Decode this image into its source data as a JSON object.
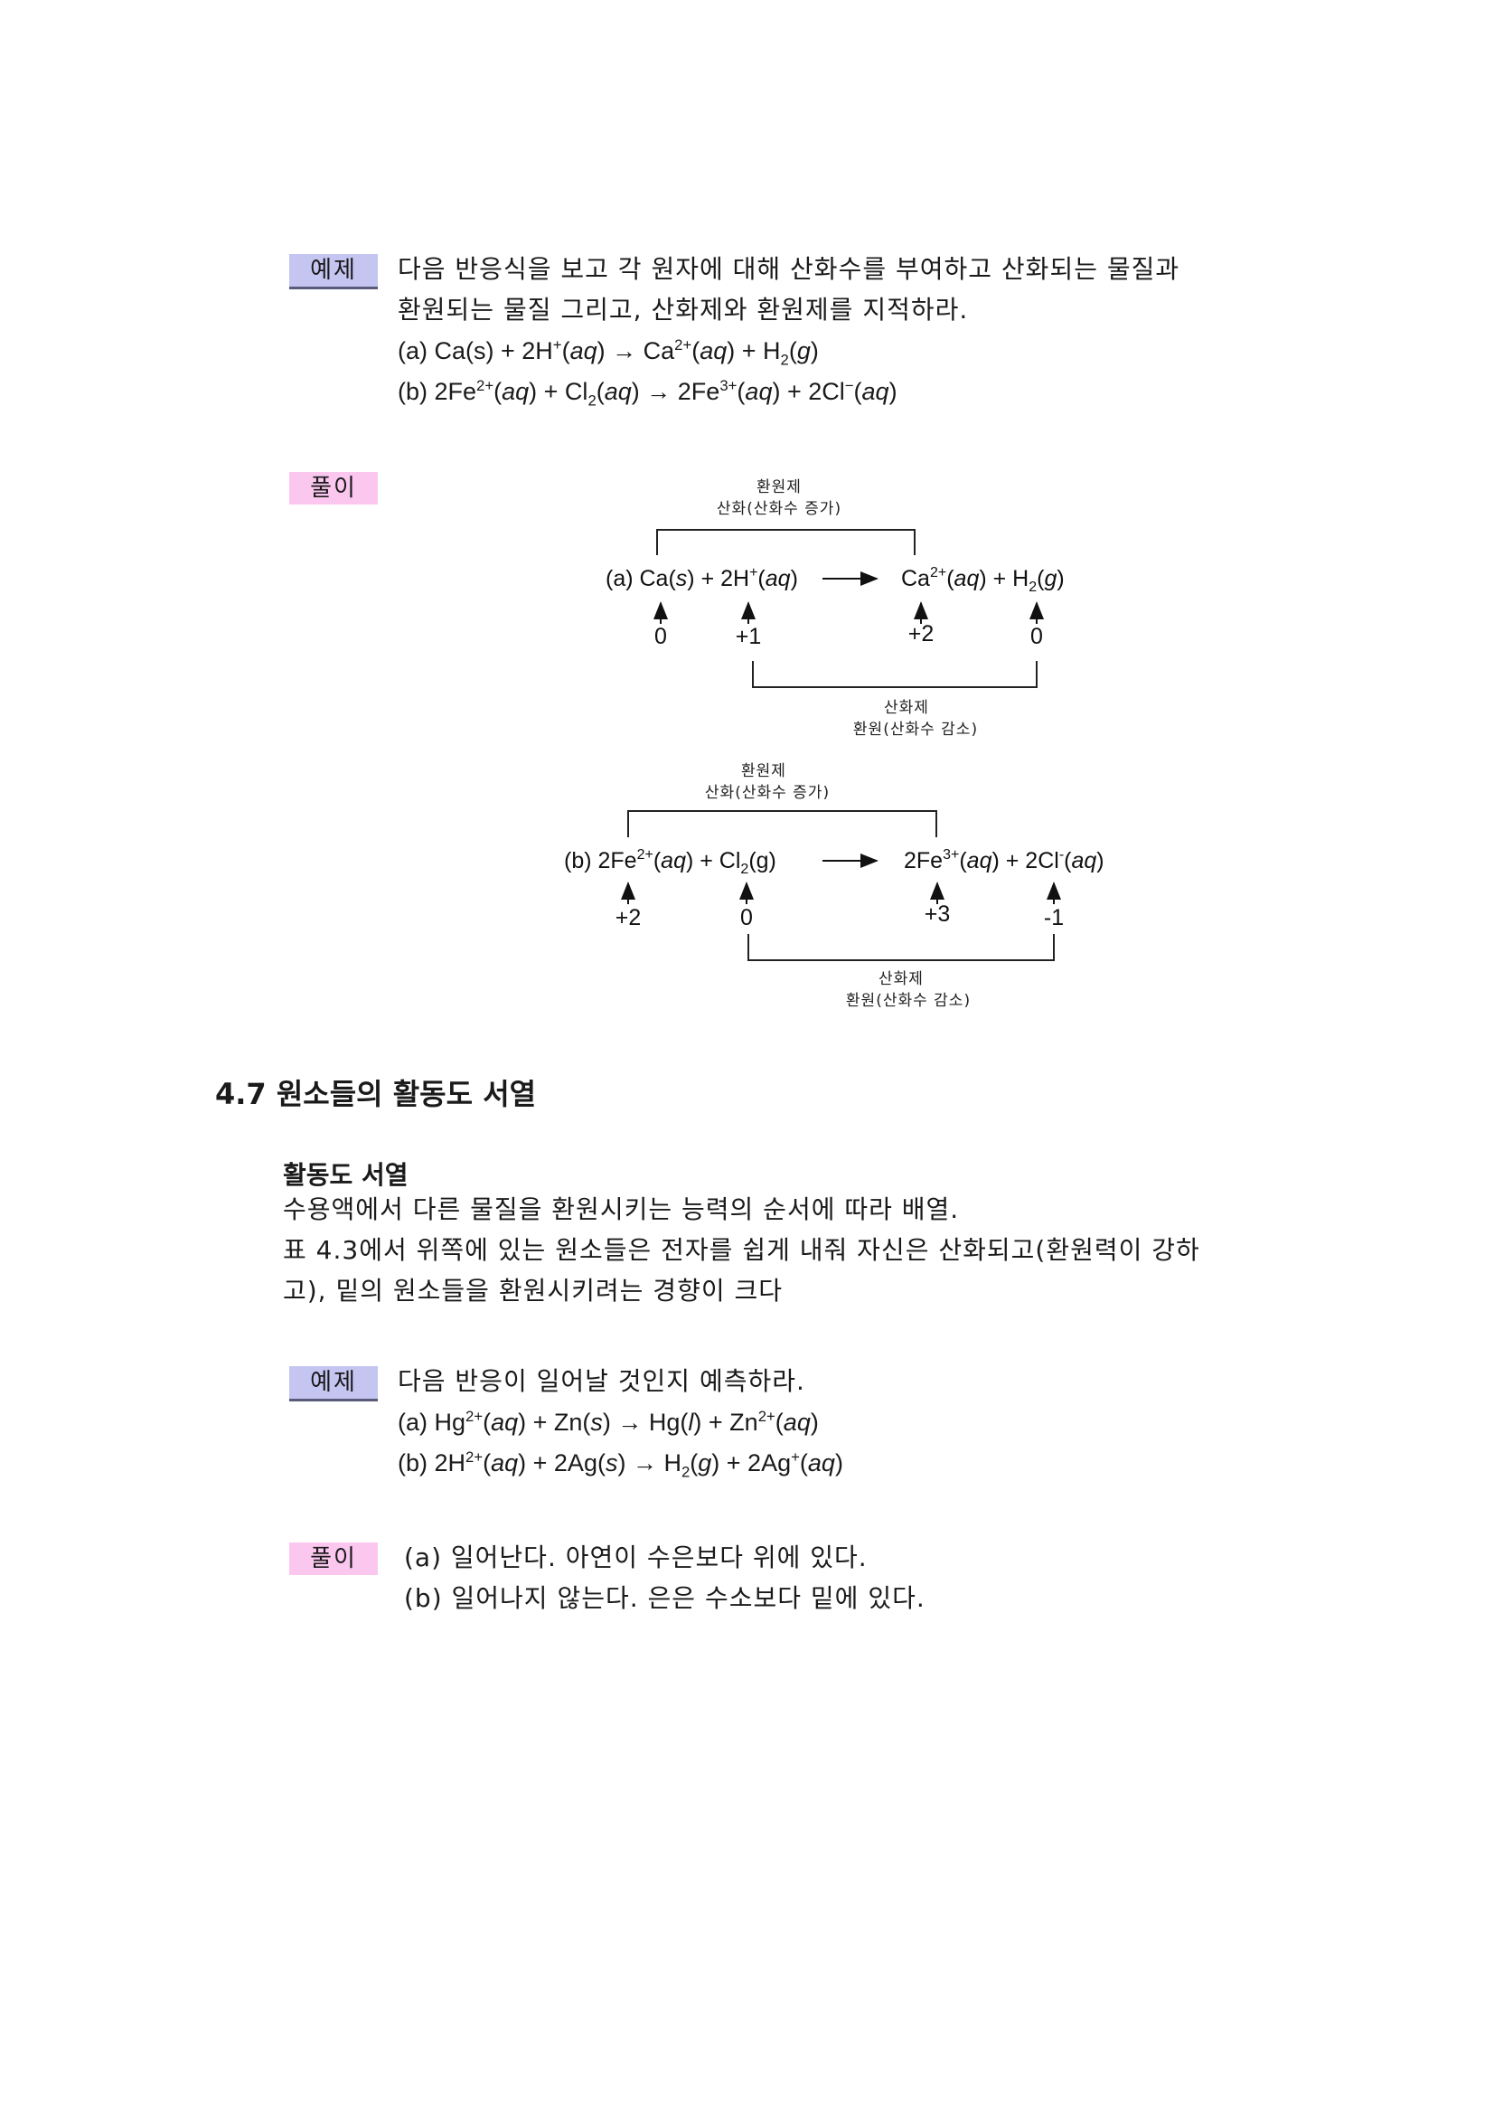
{
  "example1": {
    "tag": "예제",
    "line1": "다음 반응식을 보고 각 원자에 대해 산화수를 부여하고 산화되는 물질과",
    "line2": "환원되는 물질 그리고, 산화제와 환원제를 지적하라."
  },
  "solution1": {
    "tag": "풀이"
  },
  "diagram": {
    "a": {
      "top_label1": "환원제",
      "top_label2": "산화(산화수 증가)",
      "bottom_label1": "산화제",
      "bottom_label2": "환원(산화수 감소)",
      "ox": [
        "0",
        "+1",
        "+2",
        "0"
      ]
    },
    "b": {
      "top_label1": "환원제",
      "top_label2": "산화(산화수 증가)",
      "bottom_label1": "산화제",
      "bottom_label2": "환원(산화수 감소)",
      "ox": [
        "+2",
        "0",
        "+3",
        "-1"
      ]
    }
  },
  "section": {
    "heading": "4.7 원소들의 활동도 서열",
    "subheading": "활동도 서열",
    "para1": "수용액에서 다른 물질을 환원시키는 능력의 순서에 따라 배열.",
    "para2": "표 4.3에서 위쪽에 있는 원소들은 전자를 쉽게 내줘 자신은 산화되고(환원력이 강하",
    "para3": "고), 밑의 원소들을 환원시키려는 경향이 크다"
  },
  "example2": {
    "tag": "예제",
    "line1": "다음 반응이 일어날 것인지 예측하라."
  },
  "solution2": {
    "tag": "풀이",
    "line1": "(a) 일어난다. 아연이 수은보다 위에 있다.",
    "line2": "(b) 일어나지 않는다. 은은 수소보다 밑에 있다."
  }
}
